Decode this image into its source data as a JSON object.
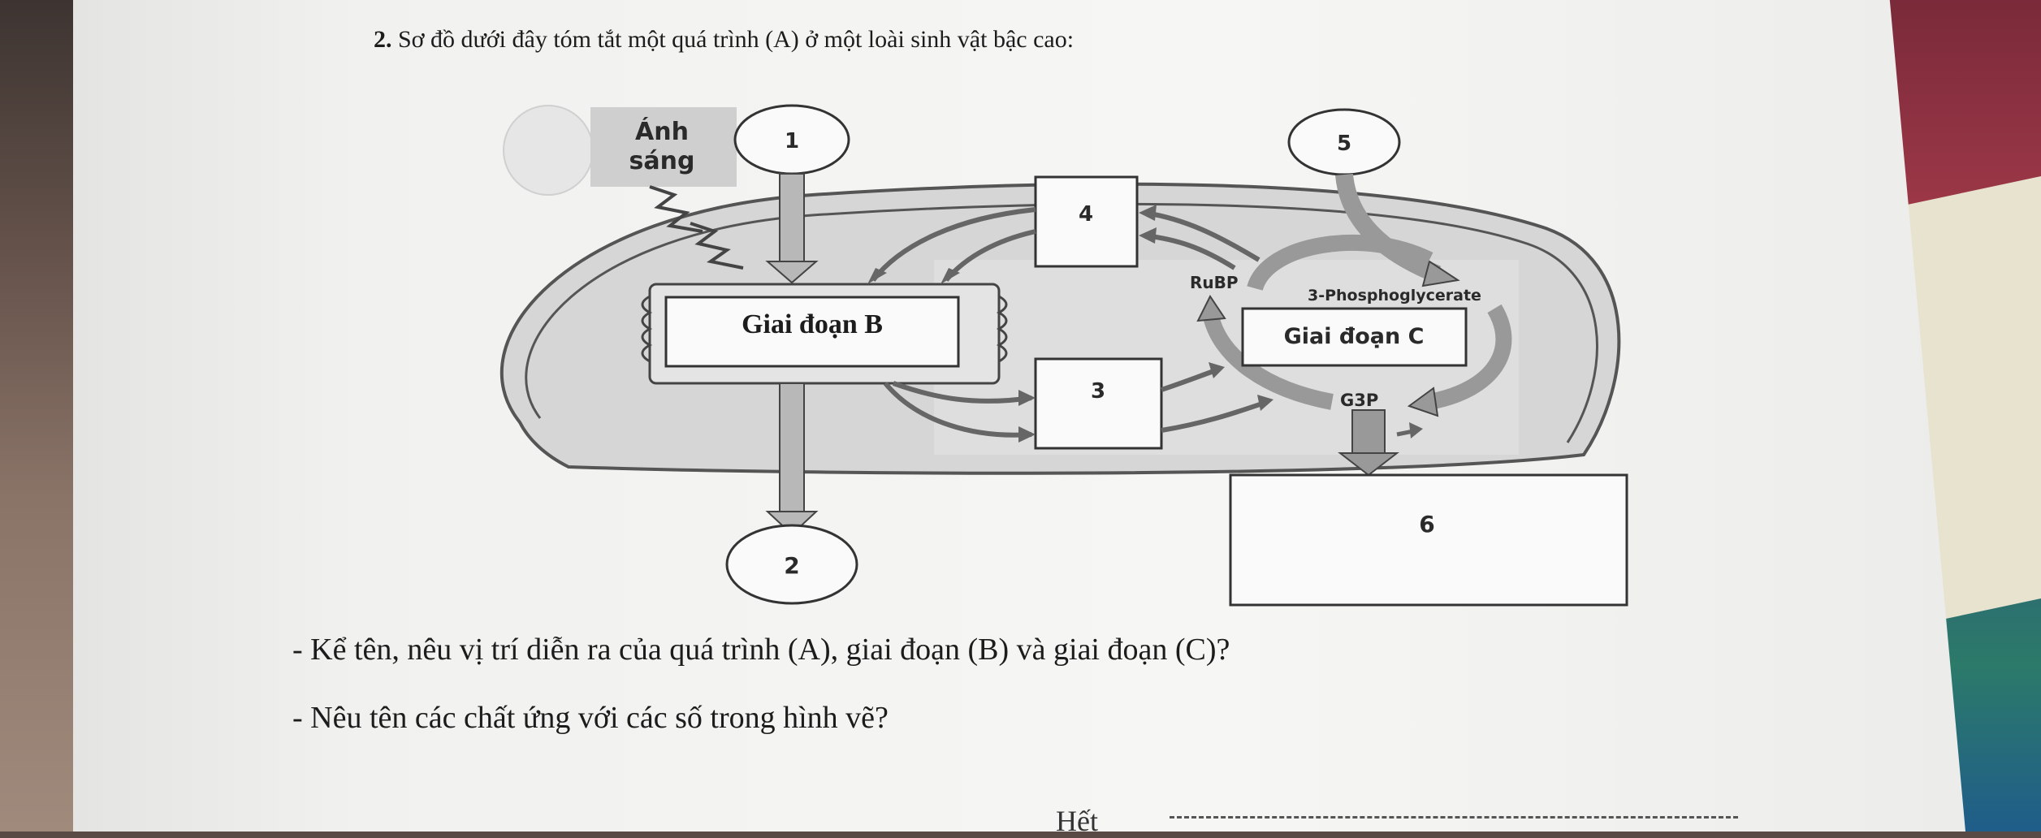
{
  "question": {
    "number": "2.",
    "text": "Sơ đồ dưới đây tóm tắt một quá trình (A) ở một loài sinh vật bậc cao:"
  },
  "diagram": {
    "light_label_line1": "Ánh",
    "light_label_line2": "sáng",
    "circle_1": "1",
    "circle_2": "2",
    "box_3": "3",
    "box_4": "4",
    "circle_5": "5",
    "box_6": "6",
    "stage_b": "Giai đoạn B",
    "stage_c": "Giai đoạn C",
    "rubp": "RuBP",
    "phosphoglycerate": "3-Phosphoglycerate",
    "g3p": "G3P"
  },
  "bullets": [
    "- Kể tên, nêu vị trí diễn ra của quá trình (A), giai đoạn (B) và giai đoạn (C)?",
    "- Nêu tên các chất ứng với các số trong hình vẽ?"
  ],
  "footer": "Hết"
}
